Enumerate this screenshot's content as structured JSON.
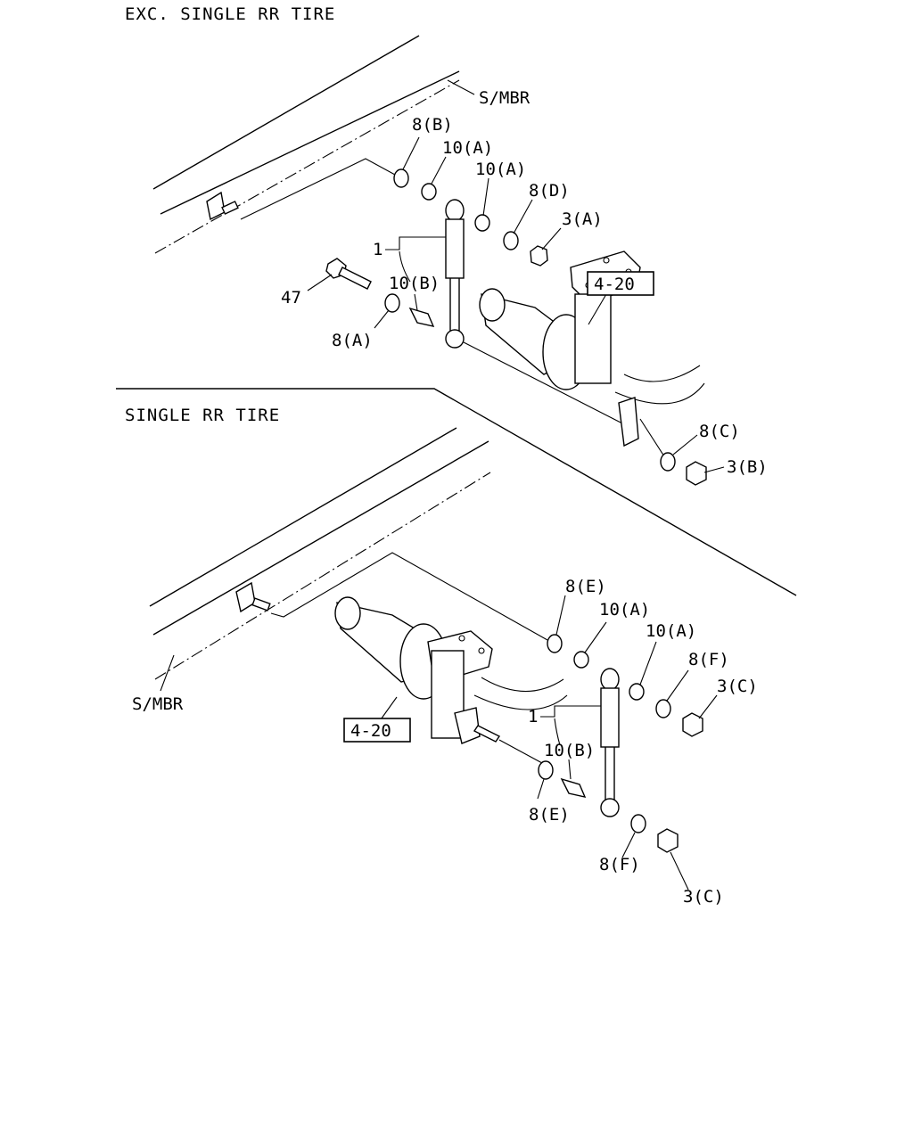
{
  "sections": {
    "top": {
      "title": "EXC. SINGLE RR TIRE"
    },
    "bottom": {
      "title": "SINGLE RR TIRE"
    }
  },
  "top_labels": {
    "smbr": "S/MBR",
    "p8b": "8(B)",
    "p10a_1": "10(A)",
    "p10a_2": "10(A)",
    "p8d": "8(D)",
    "p3a": "3(A)",
    "p1": "1",
    "p47": "47",
    "p10b": "10(B)",
    "p8a": "8(A)",
    "ref": "4-20",
    "p8c": "8(C)",
    "p3b": "3(B)"
  },
  "bottom_labels": {
    "smbr": "S/MBR",
    "p8e_1": "8(E)",
    "p10a_1": "10(A)",
    "p10a_2": "10(A)",
    "p8f_1": "8(F)",
    "p3c_1": "3(C)",
    "p1": "1",
    "ref": "4-20",
    "p10b": "10(B)",
    "p8e_2": "8(E)",
    "p8f_2": "8(F)",
    "p3c_2": "3(C)"
  }
}
